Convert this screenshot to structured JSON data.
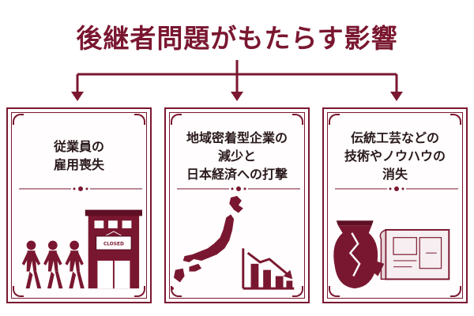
{
  "title": "後継者問題がもたらす影響",
  "colors": {
    "accent": "#7a1730",
    "text": "#2a1a1c"
  },
  "cards": [
    {
      "lines": [
        "従業員の",
        "雇用喪失"
      ],
      "icons": [
        "walking-people-icon",
        "closed-building-icon"
      ],
      "sign": "CLOSED"
    },
    {
      "lines": [
        "地域密着型企業の",
        "減少と",
        "日本経済への打撃"
      ],
      "icons": [
        "japan-map-icon",
        "declining-chart-icon"
      ]
    },
    {
      "lines": [
        "伝統工芸などの",
        "技術やノウハウの",
        "消失"
      ],
      "icons": [
        "broken-pot-icon",
        "blueprint-icon"
      ]
    }
  ]
}
